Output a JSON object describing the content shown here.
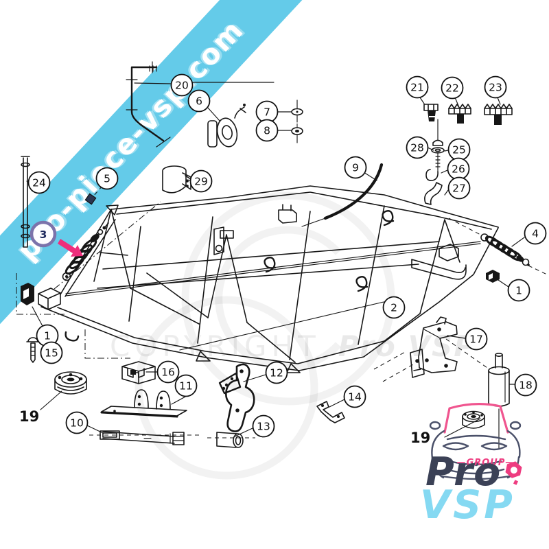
{
  "watermarks": {
    "band_text": "pro-piece-vsp.com",
    "band_color": "#64cbe9",
    "band_text_color": "#ffffff",
    "copyright_left": "COPYRIGHT",
    "copyright_right": "Pro VSP"
  },
  "highlight": {
    "highlighted_part": "3",
    "ring_color": "#7b73ab",
    "arrow_color": "#ee2e7c"
  },
  "callouts": [
    {
      "label": "20"
    },
    {
      "label": "6"
    },
    {
      "label": "7"
    },
    {
      "label": "8"
    },
    {
      "label": "21"
    },
    {
      "label": "22"
    },
    {
      "label": "23"
    },
    {
      "label": "24"
    },
    {
      "label": "5"
    },
    {
      "label": "29"
    },
    {
      "label": "28"
    },
    {
      "label": "25"
    },
    {
      "label": "26"
    },
    {
      "label": "27"
    },
    {
      "label": "9"
    },
    {
      "label": "3"
    },
    {
      "label": "4"
    },
    {
      "label": "1"
    },
    {
      "label": "2"
    },
    {
      "label": "1"
    },
    {
      "label": "15"
    },
    {
      "label": "16"
    },
    {
      "label": "11"
    },
    {
      "label": "12"
    },
    {
      "label": "10"
    },
    {
      "label": "13"
    },
    {
      "label": "14"
    },
    {
      "label": "17"
    },
    {
      "label": "18"
    }
  ],
  "bold_labels": [
    "19",
    "19"
  ],
  "logo": {
    "group_text": "—GROUP—",
    "pro_text": "Pro",
    "vsp_text": "VSP",
    "pro_color": "#3b4156",
    "vsp_color": "#85d9f2",
    "accent_color": "#ee3c80"
  }
}
